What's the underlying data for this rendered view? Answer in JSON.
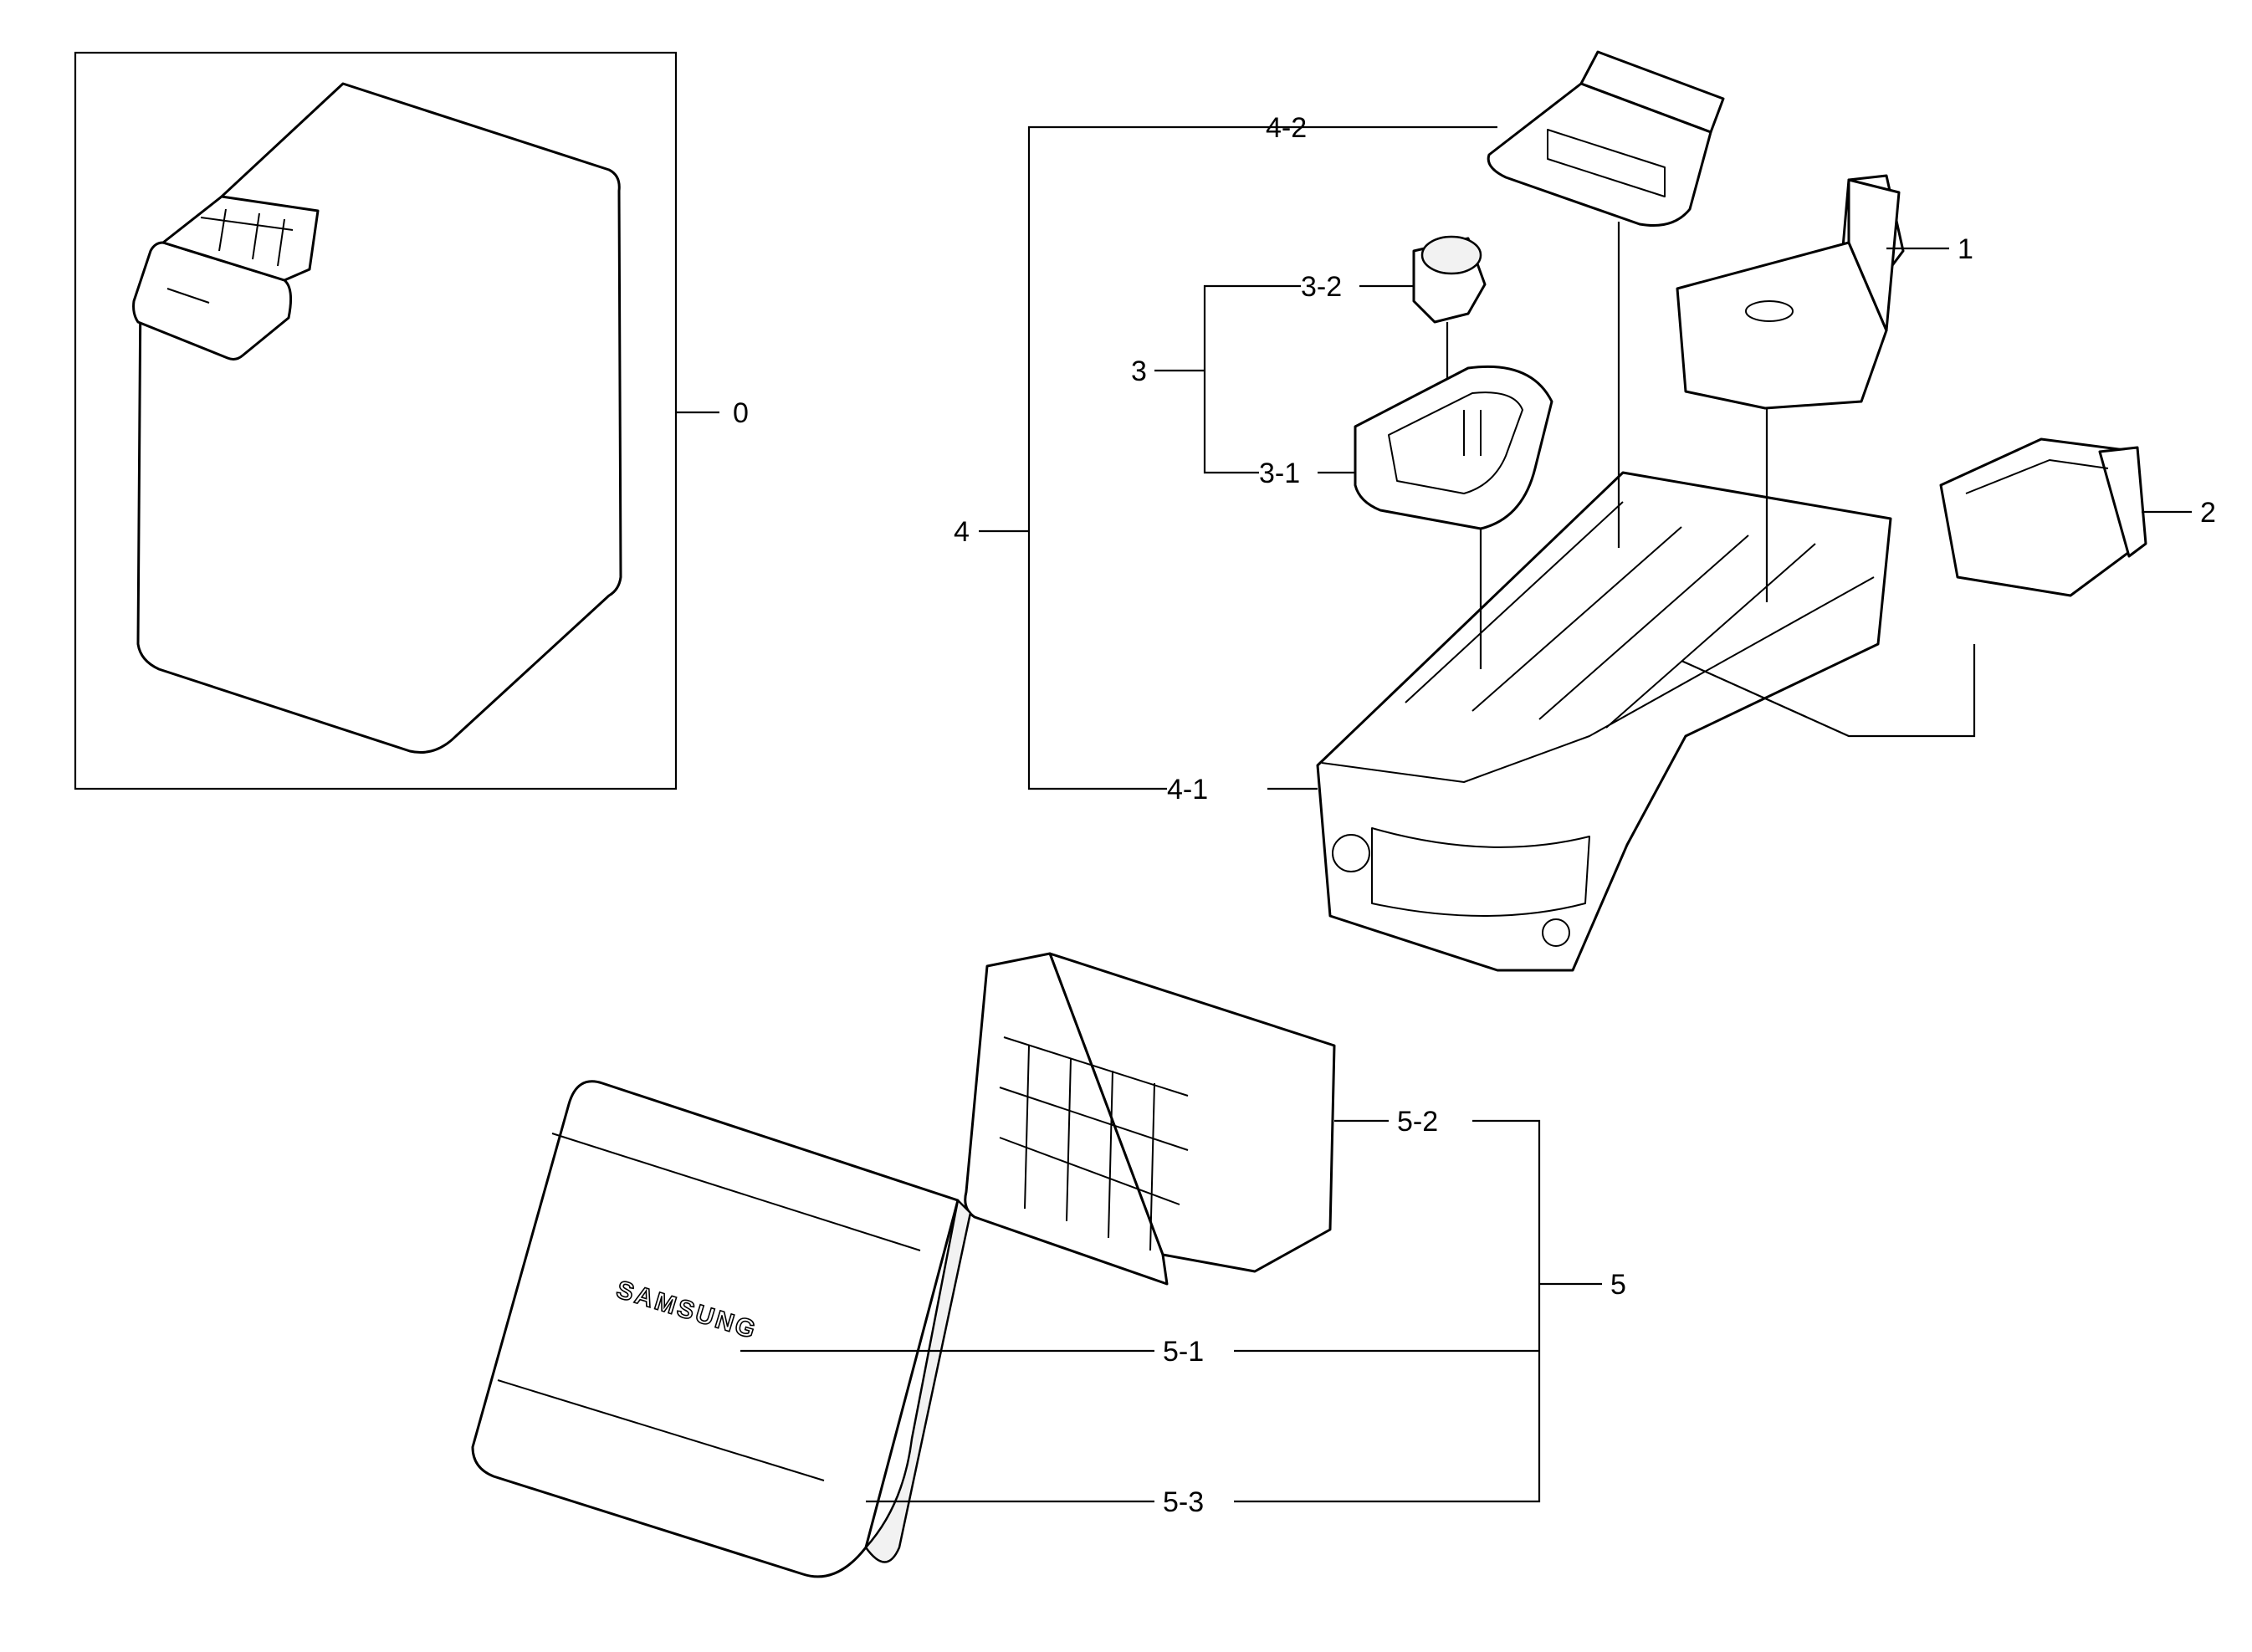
{
  "callouts": {
    "c0": "0",
    "c1": "1",
    "c2": "2",
    "c3": "3",
    "c3_1": "3-1",
    "c3_2": "3-2",
    "c4": "4",
    "c4_1": "4-1",
    "c4_2": "4-2",
    "c5": "5",
    "c5_1": "5-1",
    "c5_2": "5-2",
    "c5_3": "5-3"
  },
  "parts": {
    "brand_label": "SAMSUNG"
  }
}
